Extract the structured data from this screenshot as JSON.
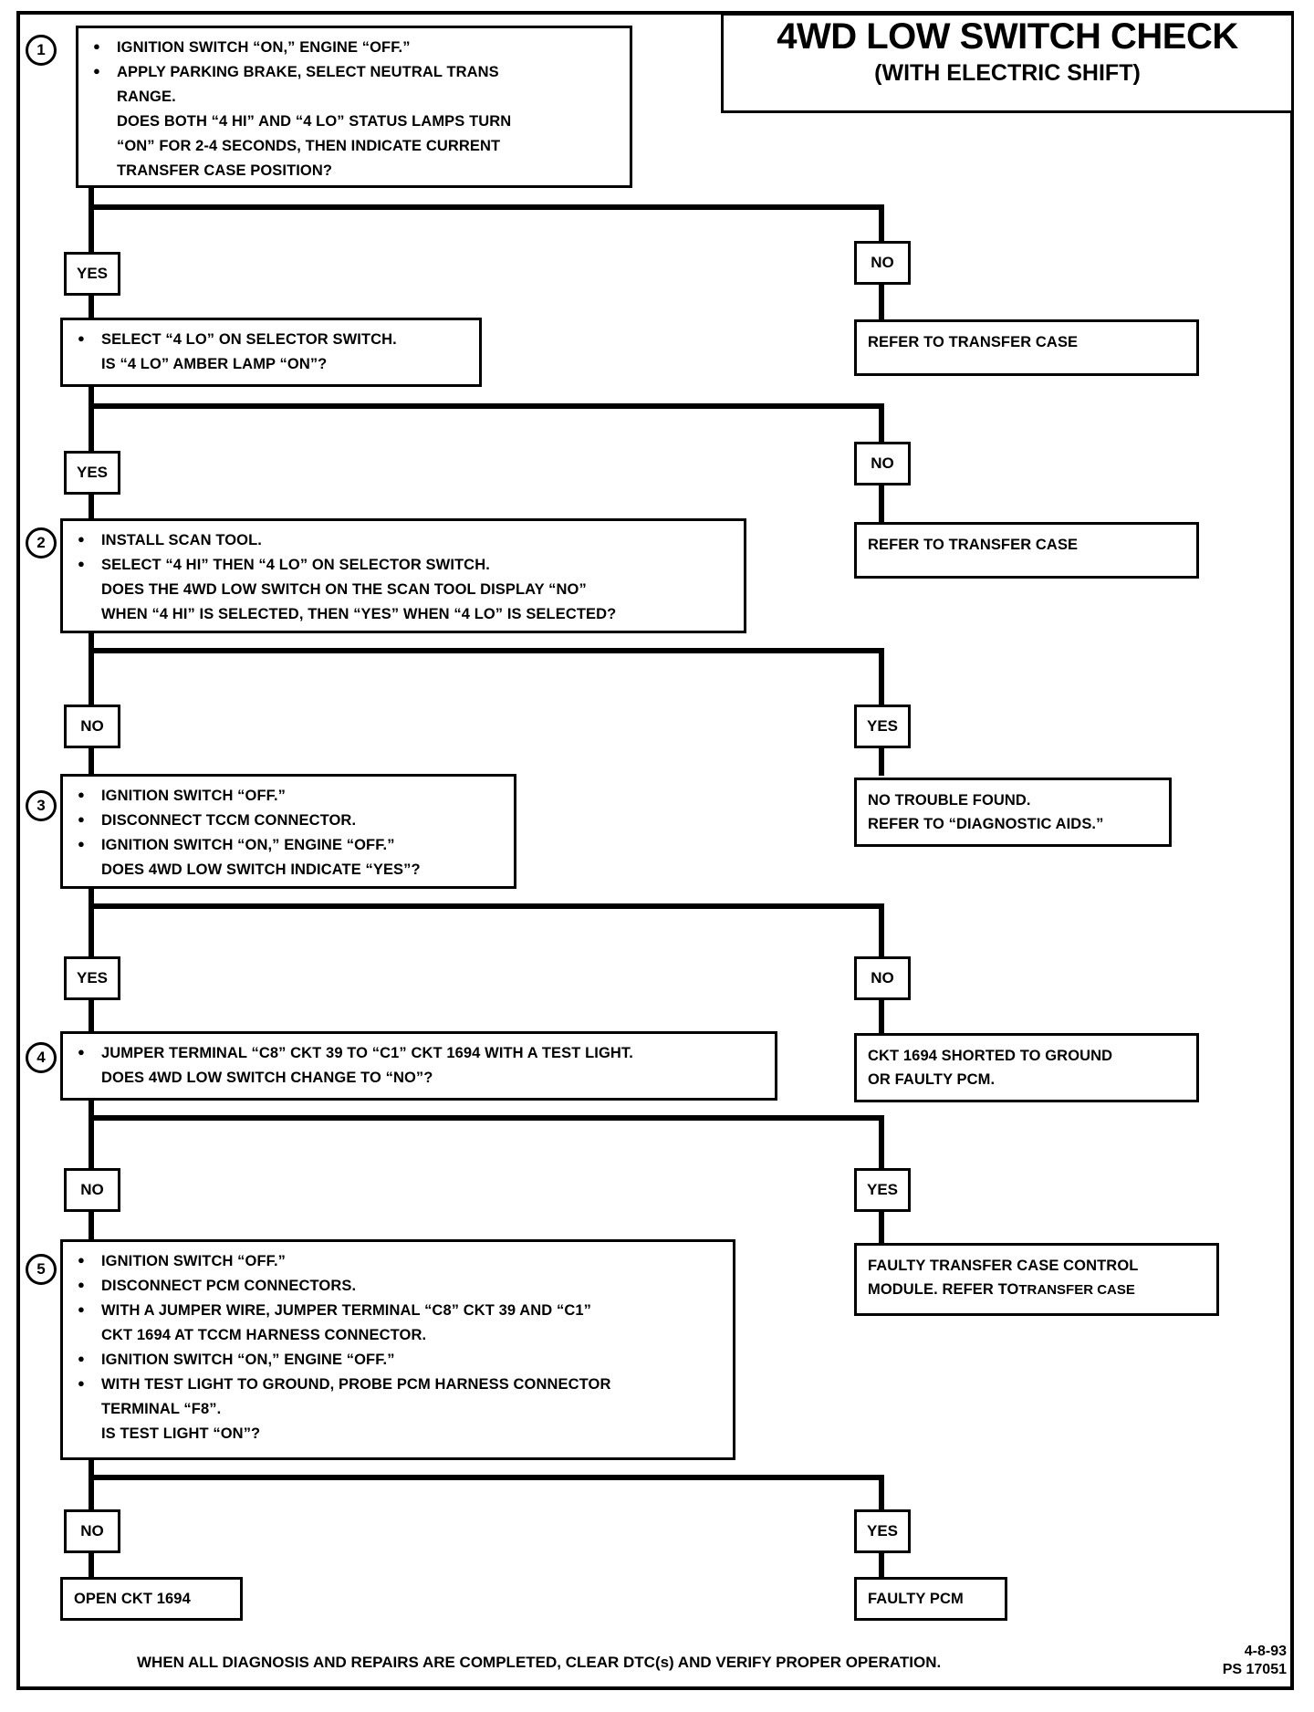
{
  "title": {
    "main": "4WD LOW SWITCH CHECK",
    "sub": "(WITH ELECTRIC SHIFT)"
  },
  "steps": [
    {
      "number": "1",
      "lines": [
        {
          "bullet": true,
          "text": "IGNITION SWITCH “ON,” ENGINE “OFF.”"
        },
        {
          "bullet": true,
          "text": "APPLY PARKING BRAKE, SELECT NEUTRAL TRANS"
        },
        {
          "bullet": false,
          "text": "RANGE."
        },
        {
          "bullet": false,
          "text": "DOES BOTH “4 HI” AND “4 LO” STATUS LAMPS TURN"
        },
        {
          "bullet": false,
          "text": "“ON” FOR 2-4 SECONDS, THEN INDICATE CURRENT"
        },
        {
          "bullet": false,
          "text": "TRANSFER CASE POSITION?"
        }
      ]
    },
    {
      "number": "",
      "lines": [
        {
          "bullet": true,
          "text": "SELECT “4 LO” ON SELECTOR SWITCH."
        },
        {
          "bullet": false,
          "text": "IS “4 LO” AMBER LAMP “ON”?"
        }
      ]
    },
    {
      "number": "2",
      "lines": [
        {
          "bullet": true,
          "text": "INSTALL SCAN TOOL."
        },
        {
          "bullet": true,
          "text": "SELECT “4 HI” THEN “4 LO” ON SELECTOR SWITCH."
        },
        {
          "bullet": false,
          "text": "DOES THE 4WD LOW SWITCH ON THE SCAN TOOL DISPLAY “NO”"
        },
        {
          "bullet": false,
          "text": "WHEN “4 HI” IS SELECTED, THEN “YES” WHEN “4 LO” IS SELECTED?"
        }
      ]
    },
    {
      "number": "3",
      "lines": [
        {
          "bullet": true,
          "text": "IGNITION SWITCH “OFF.”"
        },
        {
          "bullet": true,
          "text": "DISCONNECT TCCM CONNECTOR."
        },
        {
          "bullet": true,
          "text": "IGNITION SWITCH “ON,” ENGINE “OFF.”"
        },
        {
          "bullet": false,
          "text": "DOES 4WD LOW SWITCH INDICATE “YES”?"
        }
      ]
    },
    {
      "number": "4",
      "lines": [
        {
          "bullet": true,
          "text": "JUMPER TERMINAL “C8” CKT 39 TO “C1” CKT 1694 WITH A TEST LIGHT."
        },
        {
          "bullet": false,
          "text": "DOES 4WD LOW SWITCH CHANGE TO “NO”?"
        }
      ]
    },
    {
      "number": "5",
      "lines": [
        {
          "bullet": true,
          "text": "IGNITION SWITCH “OFF.”"
        },
        {
          "bullet": true,
          "text": "DISCONNECT PCM CONNECTORS."
        },
        {
          "bullet": true,
          "text": "WITH A JUMPER WIRE, JUMPER TERMINAL “C8” CKT 39 AND “C1”"
        },
        {
          "bullet": false,
          "text": "CKT 1694 AT TCCM HARNESS CONNECTOR."
        },
        {
          "bullet": true,
          "text": "IGNITION SWITCH “ON,” ENGINE “OFF.”"
        },
        {
          "bullet": true,
          "text": "WITH TEST LIGHT TO GROUND, PROBE PCM HARNESS CONNECTOR"
        },
        {
          "bullet": false,
          "text": "TERMINAL “F8”."
        },
        {
          "bullet": false,
          "text": "IS TEST LIGHT “ON”?"
        }
      ]
    }
  ],
  "branch_labels": {
    "yes1": "YES",
    "no1": "NO",
    "yes2": "YES",
    "no2": "NO",
    "no3": "NO",
    "yes3": "YES",
    "yes4": "YES",
    "no4": "NO",
    "no5": "NO",
    "yes5": "YES",
    "no6": "NO",
    "yes6": "YES"
  },
  "results": {
    "refer_transfer_case_1": {
      "line1": "REFER TO  TRANSFER CASE"
    },
    "refer_transfer_case_2": {
      "line1": "REFER TO  TRANSFER CASE"
    },
    "no_trouble_found": {
      "line1": "NO TROUBLE FOUND.",
      "line2": "REFER TO “DIAGNOSTIC AIDS.”"
    },
    "ckt_shorted": {
      "line1": "CKT 1694 SHORTED TO GROUND",
      "line2": "OR FAULTY PCM."
    },
    "faulty_tccm": {
      "line1": "FAULTY TRANSFER CASE CONTROL",
      "line2a": "MODULE. REFER TO ",
      "line2b": "TRANSFER CASE"
    },
    "open_ckt": {
      "line1": "OPEN CKT 1694"
    },
    "faulty_pcm": {
      "line1": "FAULTY PCM"
    }
  },
  "footer": {
    "note": "WHEN ALL DIAGNOSIS AND REPAIRS ARE COMPLETED, CLEAR DTC(s) AND VERIFY PROPER OPERATION.",
    "date": "4-8-93",
    "doc_id": "PS 17051"
  }
}
